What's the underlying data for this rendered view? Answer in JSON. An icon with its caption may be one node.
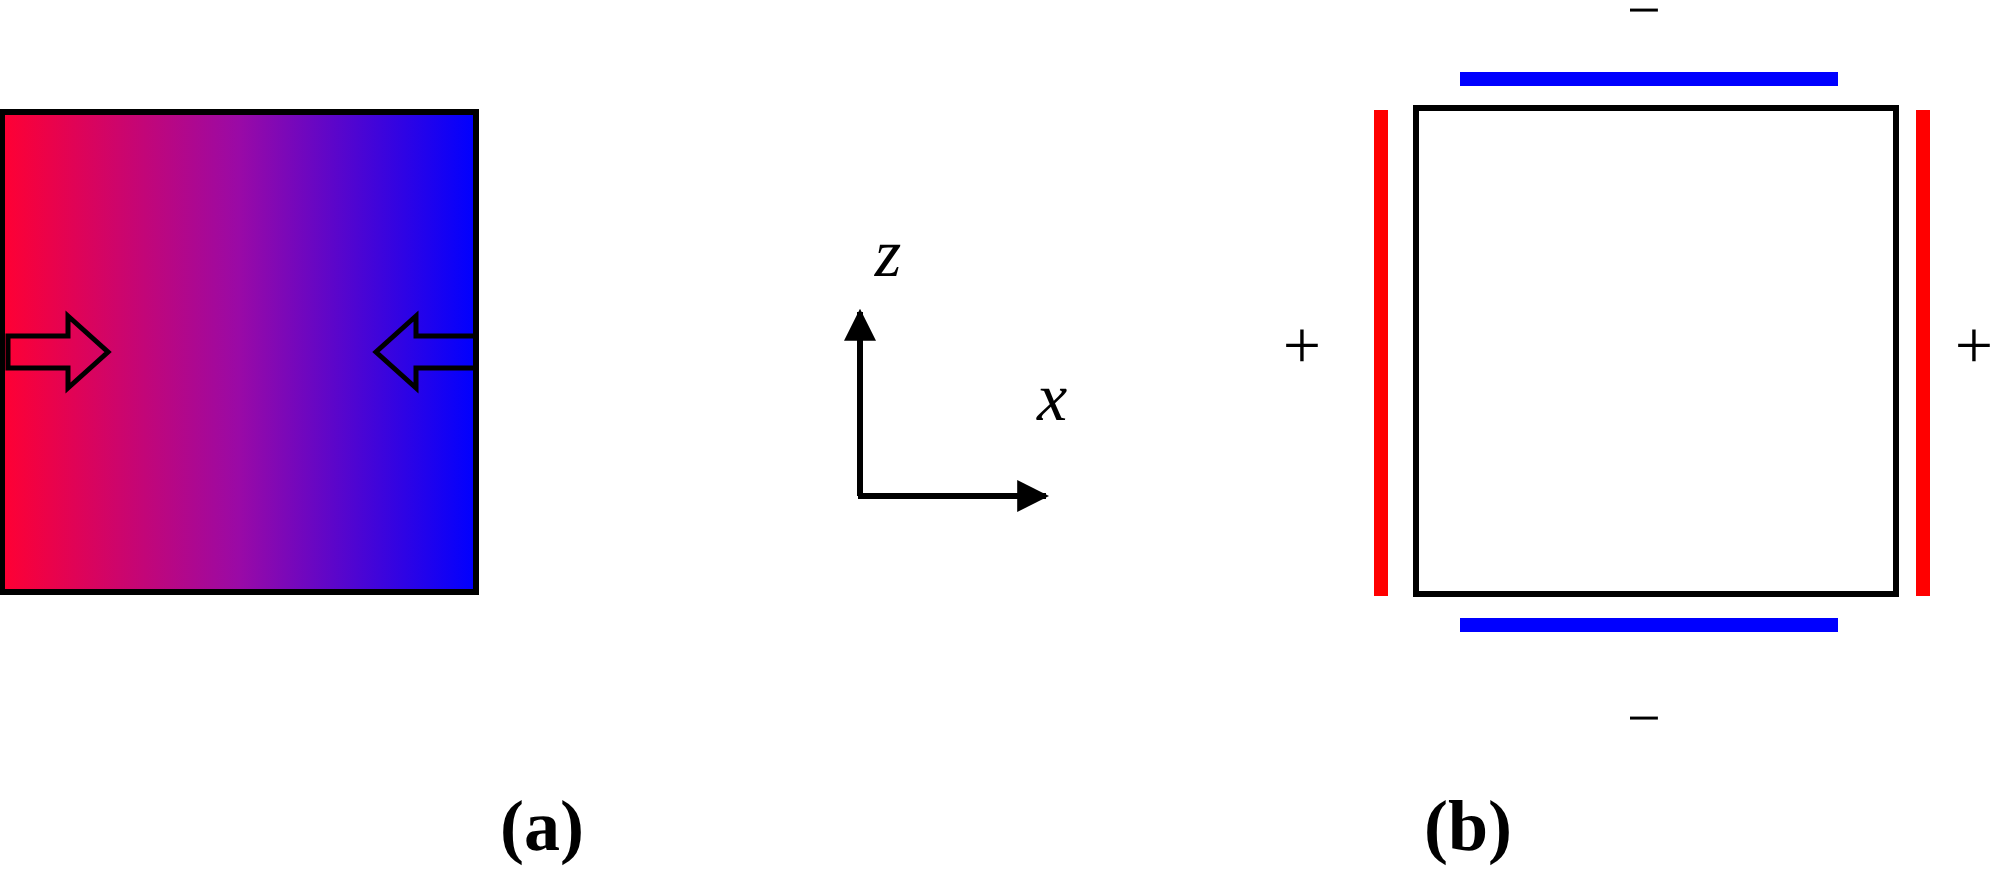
{
  "diagram": {
    "labels": [
      "−",
      "z",
      "+",
      "+",
      "x",
      "−",
      "(a)",
      "(b)"
    ]
  }
}
